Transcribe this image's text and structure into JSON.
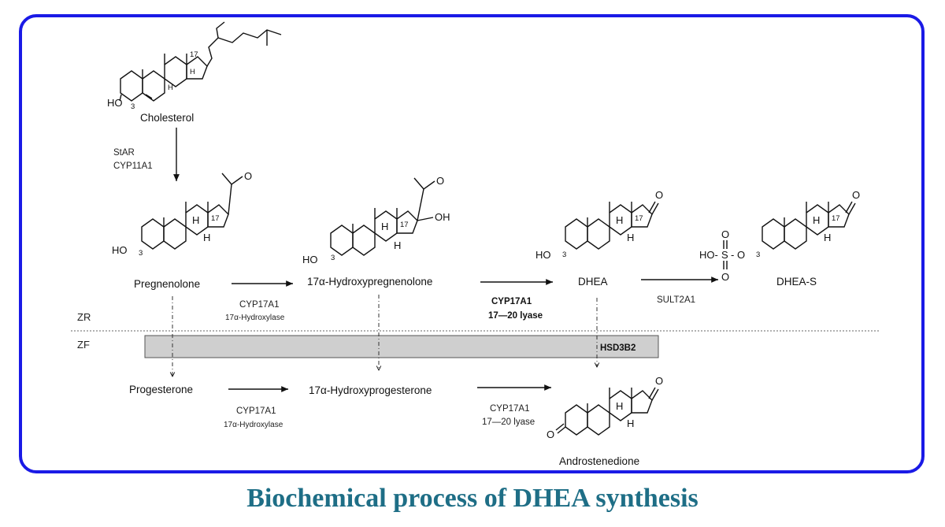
{
  "caption": "Biochemical process of DHEA synthesis",
  "zones": {
    "zr": "ZR",
    "zf": "ZF"
  },
  "hsd_bar_label": "HSD3B2",
  "compounds": {
    "cholesterol": "Cholesterol",
    "pregnenolone": "Pregnenolone",
    "hydroxypregnenolone": "17α-Hydroxypregnenolone",
    "dhea": "DHEA",
    "dhea_s": "DHEA-S",
    "progesterone": "Progesterone",
    "hydroxyprogesterone": "17α-Hydroxyprogesterone",
    "androstenedione": "Androstenedione"
  },
  "enzymes": {
    "star": "StAR",
    "cyp11a1": "CYP11A1",
    "cyp17a1_a": "CYP17A1",
    "hydroxylase_a": "17α-Hydroxylase",
    "cyp17a1_b": "CYP17A1",
    "lyase_b": "17—20 lyase",
    "sult2a1": "SULT2A1",
    "cyp17a1_c": "CYP17A1",
    "hydroxylase_c": "17α-Hydroxylase",
    "cyp17a1_d": "CYP17A1",
    "lyase_d": "17—20 lyase"
  },
  "atoms": {
    "ho": "HO",
    "h": "H",
    "o": "O",
    "oh": "OH",
    "n3": "3",
    "n17": "17",
    "sulfate_left": "HO-",
    "sulfate_s": "S",
    "sulfate_dash": "-",
    "sulfate_o": "O"
  }
}
